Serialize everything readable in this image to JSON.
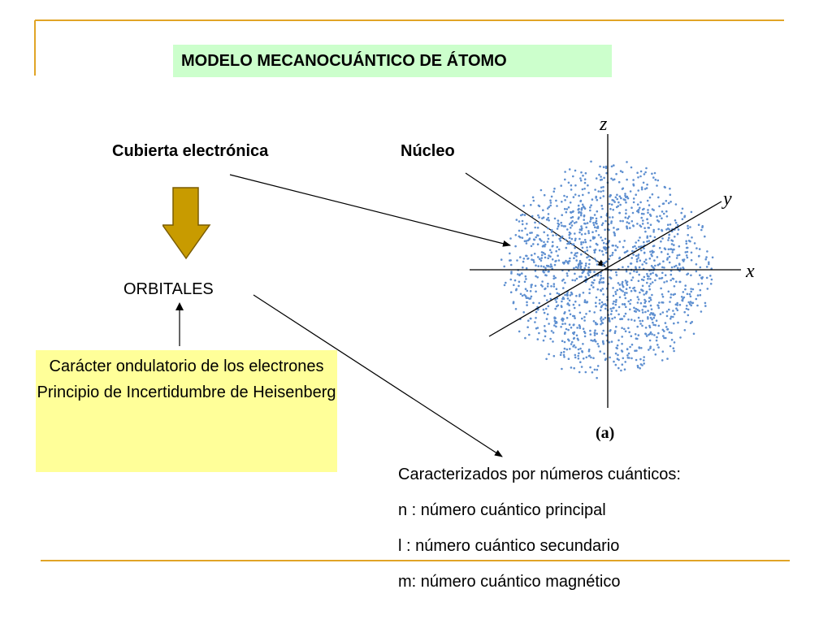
{
  "colors": {
    "accent_line": "#e1a426",
    "title_bg": "#ccffcc",
    "note_bg": "#ffff99",
    "arrow_fill": "#c89b00",
    "dots": "#5e8fd0"
  },
  "title": "MODELO MECANOCUÁNTICO DE ÁTOMO",
  "labels": {
    "shell": "Cubierta electrónica",
    "nucleus": "Núcleo",
    "orbitals": "ORBITALES"
  },
  "note": {
    "line1": "Carácter ondulatorio de los electrones",
    "line2": "Principio de Incertidumbre de Heisenberg"
  },
  "quantum": {
    "heading": "Caracterizados por números cuánticos:",
    "n": "n : número cuántico principal",
    "l": "l : número cuántico secundario",
    "m": "m: número cuántico magnético"
  },
  "figure": {
    "axis_x": "x",
    "axis_y": "y",
    "axis_z": "z",
    "caption": "(a)"
  },
  "icons": {
    "down_arrow": "down-arrow-icon",
    "up_arrow": "up-arrow-icon"
  }
}
